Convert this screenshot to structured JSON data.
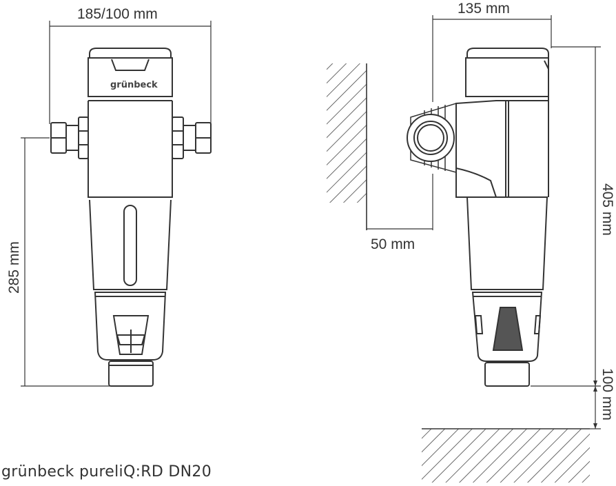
{
  "caption": {
    "brand": "grünbeck",
    "product": "pureliQ:RD DN20"
  },
  "front_view": {
    "brand_label": "grünbeck",
    "dimensions": {
      "width": "185/100 mm",
      "height": "285 mm"
    }
  },
  "side_view": {
    "dimensions": {
      "depth": "135 mm",
      "wall_offset": "50 mm",
      "height": "405 mm",
      "floor_clearance": "100 mm"
    }
  },
  "colors": {
    "line": "#333333",
    "dark_fill": "#555555",
    "background": "#ffffff"
  }
}
